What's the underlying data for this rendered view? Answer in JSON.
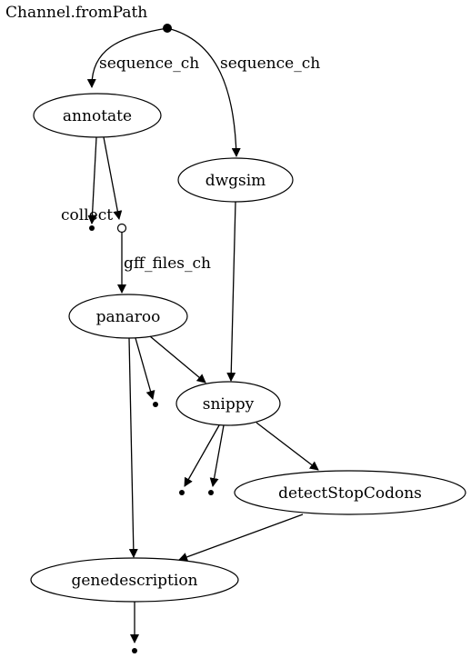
{
  "source_label": "Channel.fromPath",
  "edge_labels": {
    "sequence_ch_left": "sequence_ch",
    "sequence_ch_right": "sequence_ch",
    "collect": "collect",
    "gff_files_ch": "gff_files_ch"
  },
  "nodes": {
    "annotate": "annotate",
    "dwgsim": "dwgsim",
    "panaroo": "panaroo",
    "snippy": "snippy",
    "detectStopCodons": "detectStopCodons",
    "genedescription": "genedescription"
  }
}
